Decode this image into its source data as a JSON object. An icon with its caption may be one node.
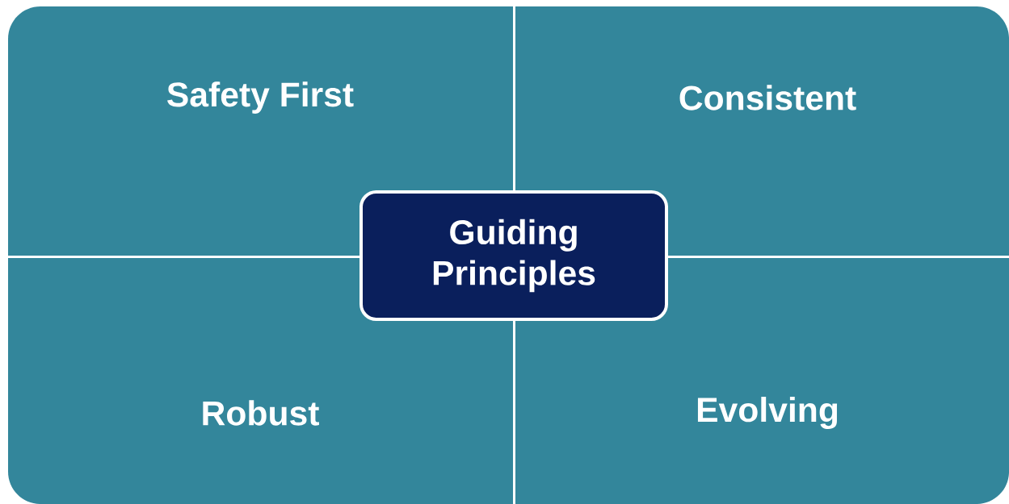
{
  "diagram": {
    "nodes": [
      {
        "text": [
          "Safety First"
        ]
      },
      {
        "text": [
          "Consistent"
        ]
      },
      {
        "text": [
          "Guiding Principles"
        ]
      },
      {
        "text": [
          "Robust"
        ]
      },
      {
        "text": [
          "Evolving"
        ]
      }
    ]
  }
}
